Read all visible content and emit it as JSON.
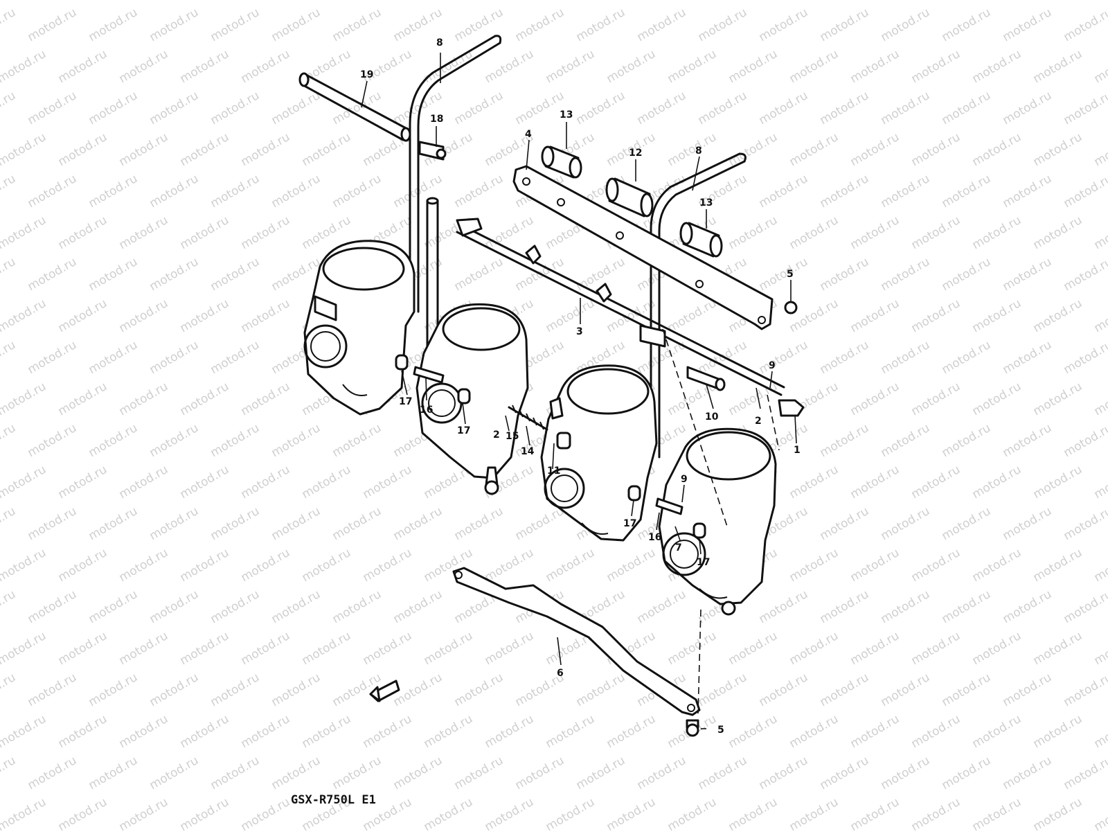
{
  "watermark": {
    "text": "motod.ru",
    "color": "#c8c8c8"
  },
  "model_code": "GSX-R750L E1",
  "callouts": {
    "c1": "1",
    "c2a": "2",
    "c2b": "2",
    "c3": "3",
    "c4": "4",
    "c5a": "5",
    "c5b": "5",
    "c6": "6",
    "c7": "7",
    "c8a": "8",
    "c8b": "8",
    "c9a": "9",
    "c9b": "9",
    "c10": "10",
    "c11": "11",
    "c12": "12",
    "c13a": "13",
    "c13b": "13",
    "c14": "14",
    "c15": "15",
    "c16a": "16",
    "c16b": "16",
    "c17a": "17",
    "c17b": "17",
    "c17c": "17",
    "c17d": "17",
    "c18": "18",
    "c19": "19"
  },
  "front_arrow_icon": "arrow-left-icon",
  "colors": {
    "line": "#111111",
    "background": "#ffffff"
  }
}
